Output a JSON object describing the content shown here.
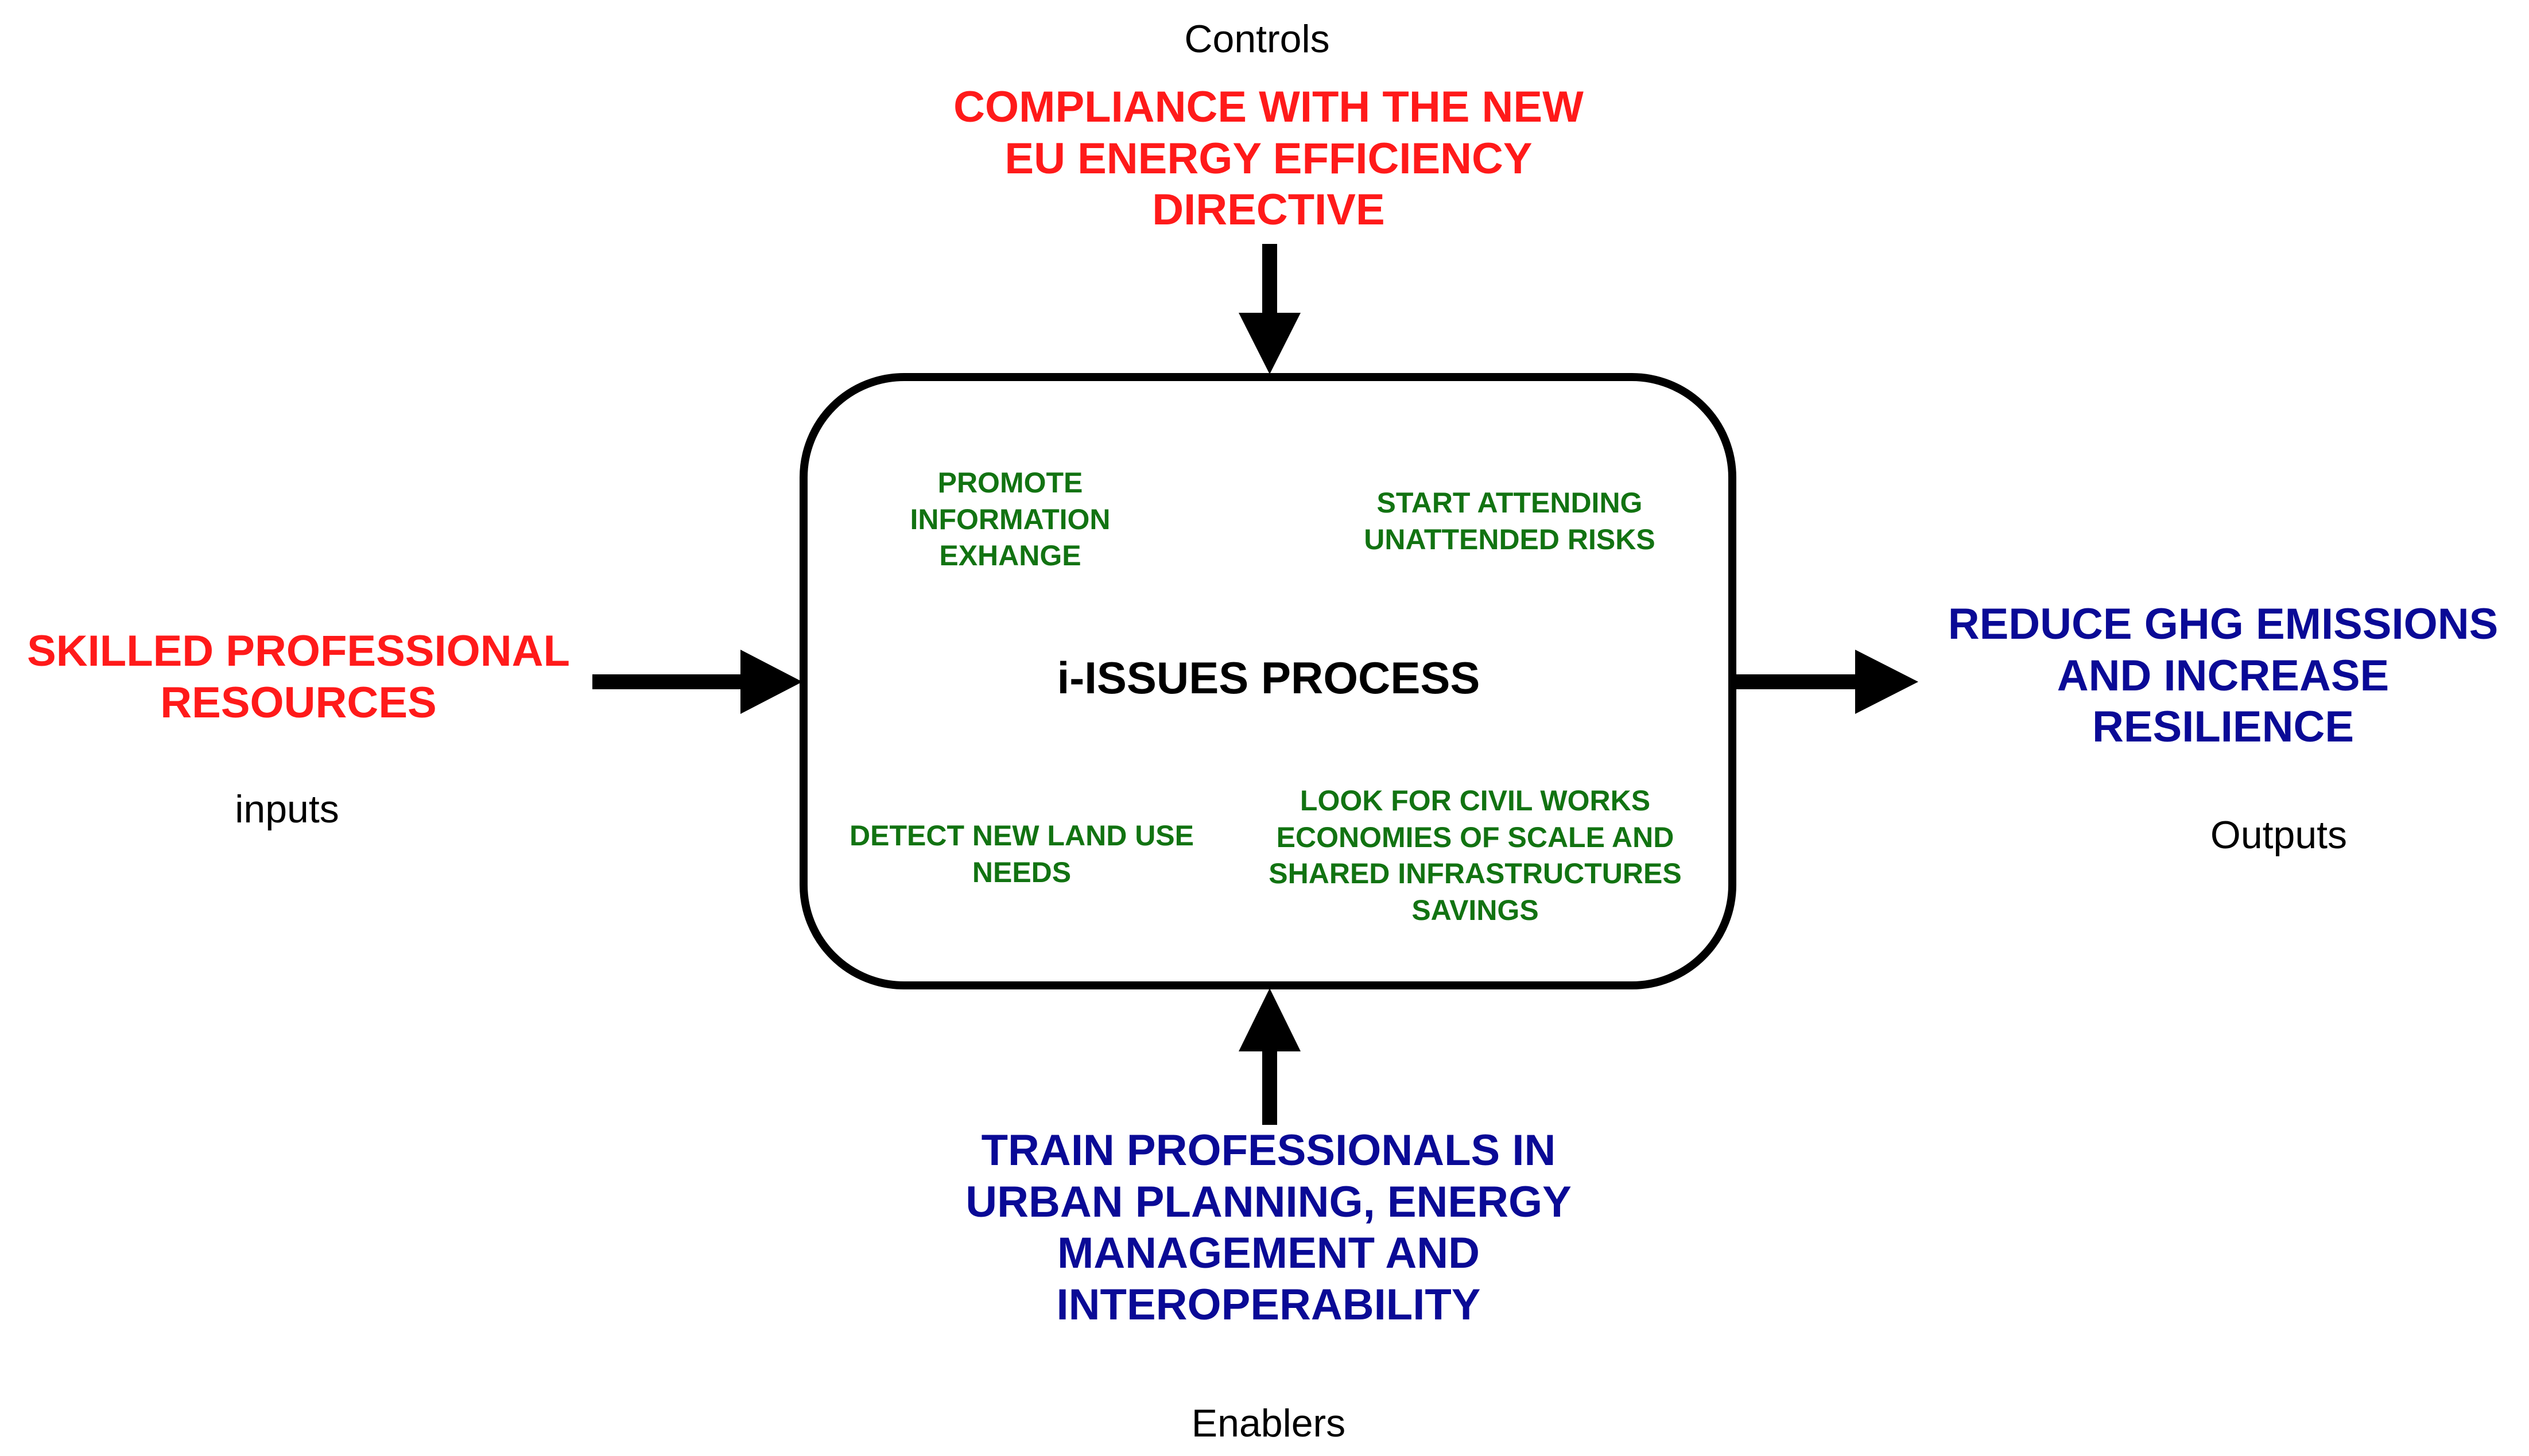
{
  "controls": {
    "label": "Controls",
    "text": "COMPLIANCE WITH THE NEW\nEU ENERGY EFFICIENCY\nDIRECTIVE"
  },
  "inputs": {
    "label": "inputs",
    "text": "SKILLED PROFESSIONAL\nRESOURCES"
  },
  "outputs": {
    "label": "Outputs",
    "text": "REDUCE GHG EMISSIONS\nAND INCREASE\nRESILIENCE"
  },
  "enablers": {
    "label": "Enablers",
    "text": "TRAIN PROFESSIONALS IN\nURBAN PLANNING, ENERGY\nMANAGEMENT AND\nINTEROPERABILITY"
  },
  "process": {
    "title": "i-ISSUES PROCESS",
    "items": [
      "PROMOTE\nINFORMATION\nEXHANGE",
      "START ATTENDING\nUNATTENDED RISKS",
      "DETECT NEW LAND USE\nNEEDS",
      "LOOK FOR CIVIL WORKS\nECONOMIES OF SCALE AND\nSHARED INFRASTRUCTURES\nSAVINGS"
    ]
  },
  "colors": {
    "red_text": "#ff1a1a",
    "blue_text": "#0a0a96",
    "green_text": "#127312",
    "lines": "#000000"
  }
}
